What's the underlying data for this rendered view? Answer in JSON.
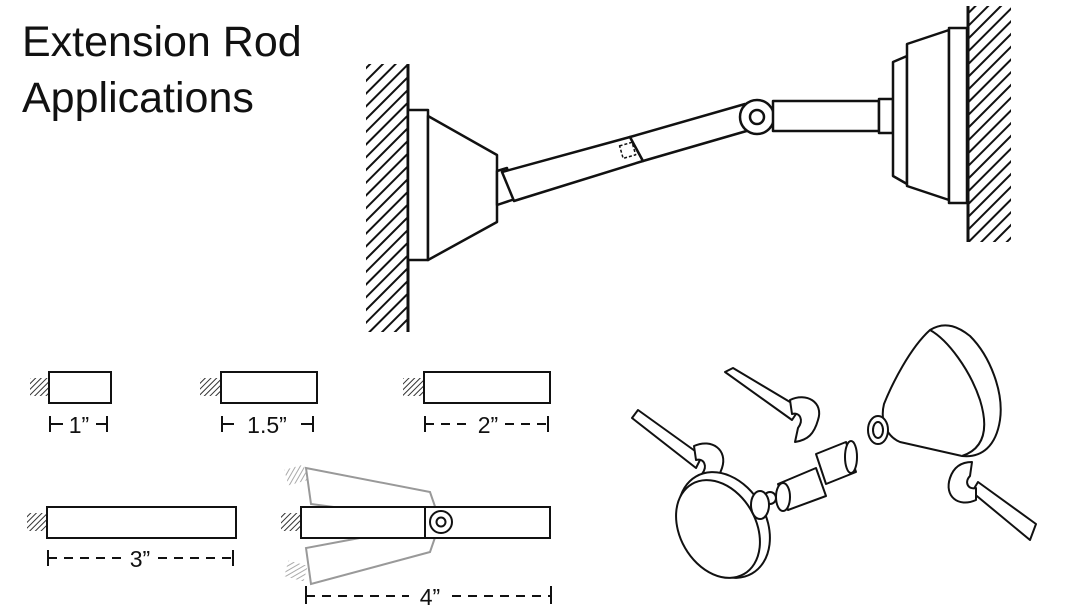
{
  "title": {
    "line1": "Extension Rod",
    "line2": "Applications"
  },
  "rod_lengths": [
    {
      "label": "1”"
    },
    {
      "label": "1.5”"
    },
    {
      "label": "2”"
    },
    {
      "label": "3”"
    },
    {
      "label": "4”"
    }
  ],
  "colors": {
    "line": "#111111",
    "ghost": "#999999",
    "background": "#ffffff"
  }
}
